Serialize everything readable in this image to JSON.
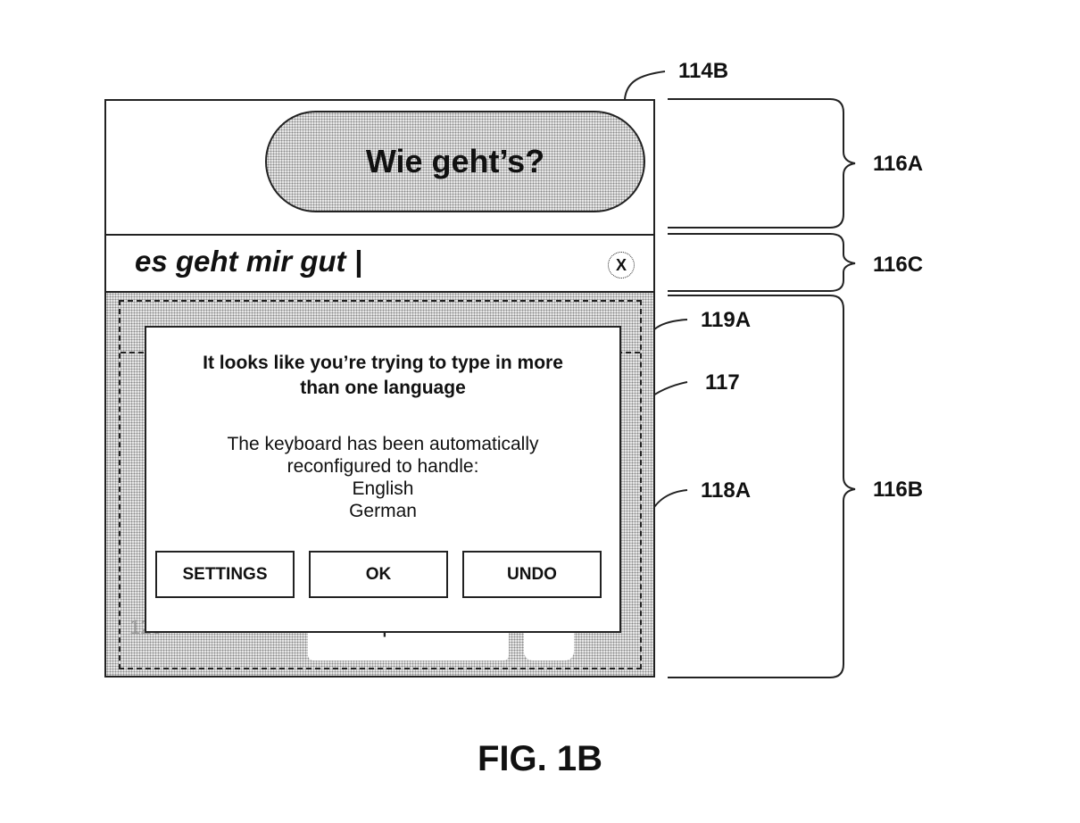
{
  "figure": {
    "caption": "FIG. 1B",
    "reference_labels": {
      "device": "114B",
      "message_region": "116A",
      "input_region": "116C",
      "keyboard_region": "116B",
      "suggestion_strip": "119A",
      "dialog": "117",
      "keyboard": "118A"
    }
  },
  "message_area": {
    "received_bubble": "Wie geht’s?"
  },
  "input_bar": {
    "text": "es geht mir gut |",
    "clear_icon_glyph": "X"
  },
  "keyboard": {
    "bottom_row": {
      "numbers_key": "123",
      "globe_icon": "globe-icon",
      "emoji_icon": "emoji-icon",
      "space_key": "space",
      "period_key": ".",
      "enter_icon": "enter-icon"
    }
  },
  "dialog": {
    "title": "It looks like you’re trying to type in more than one language",
    "body_line1": "The keyboard has been automatically",
    "body_line2": "reconfigured to handle:",
    "languages": [
      "English",
      "German"
    ],
    "buttons": {
      "settings": "SETTINGS",
      "ok": "OK",
      "undo": "UNDO"
    }
  }
}
